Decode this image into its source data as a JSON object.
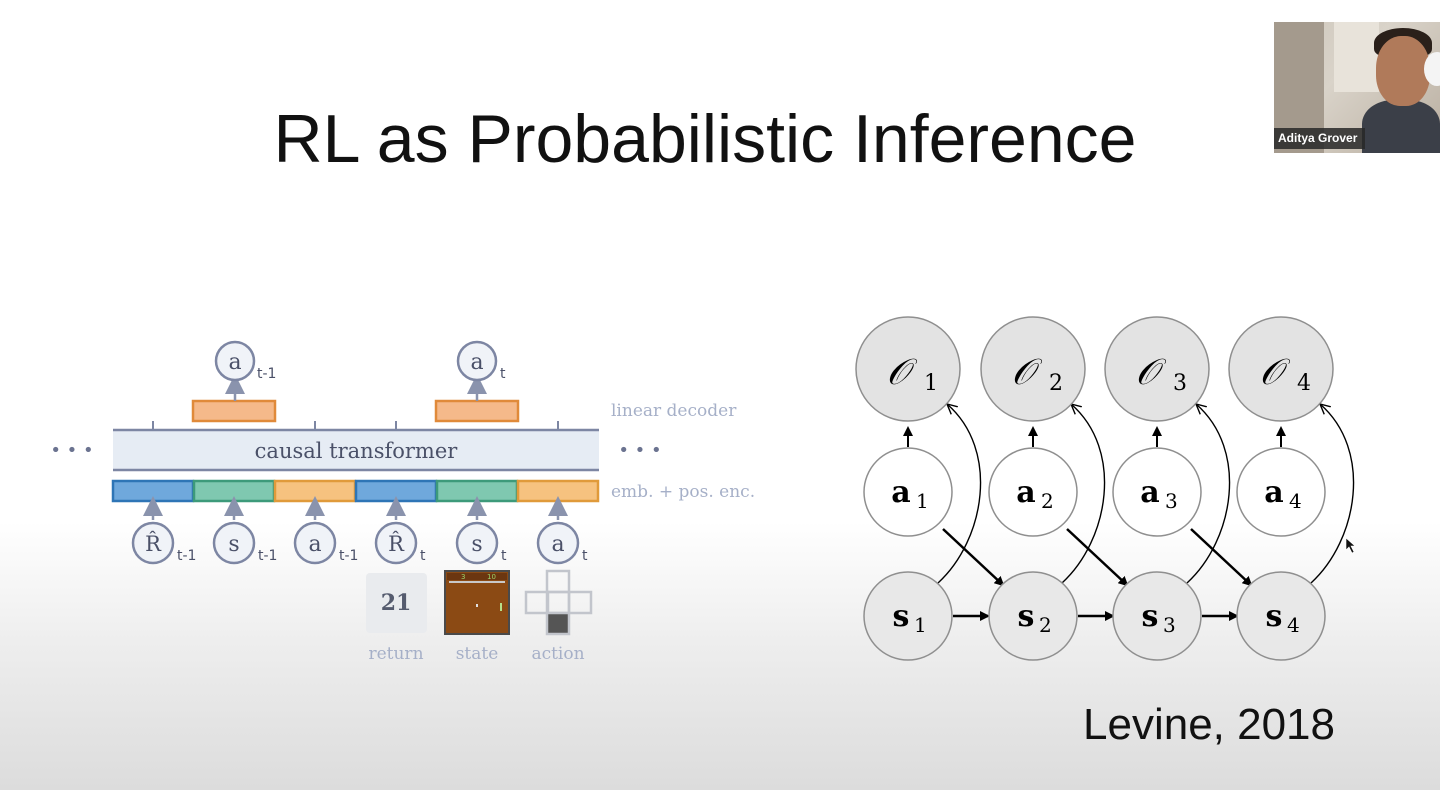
{
  "slide": {
    "title": "RL as Probabilistic Inference",
    "citation": "Levine, 2018"
  },
  "webcam": {
    "participant_name": "Aditya Grover"
  },
  "dt_diagram": {
    "dots_left": "• • •",
    "dots_right": "• • •",
    "transformer_label": "causal transformer",
    "linear_decoder_label": "linear decoder",
    "embedding_label": "emb. + pos. enc.",
    "outputs": [
      {
        "sym": "a",
        "sub": "t-1"
      },
      {
        "sym": "a",
        "sub": "t"
      }
    ],
    "inputs": [
      {
        "sym": "R̂",
        "sub": "t-1"
      },
      {
        "sym": "s",
        "sub": "t-1"
      },
      {
        "sym": "a",
        "sub": "t-1"
      },
      {
        "sym": "R̂",
        "sub": "t"
      },
      {
        "sym": "s",
        "sub": "t"
      },
      {
        "sym": "a",
        "sub": "t"
      }
    ],
    "legend": {
      "return_value": "21",
      "return_label": "return",
      "state_label": "state",
      "action_label": "action",
      "state_score_left": "3",
      "state_score_right": "10"
    },
    "colors": {
      "return": "#5b9bd5",
      "state": "#6fc1a6",
      "action": "#f2b66b",
      "decoder": "#f0a66b"
    }
  },
  "pgm": {
    "optimality_nodes": [
      {
        "sym": "𝒪",
        "sub": "1"
      },
      {
        "sym": "𝒪",
        "sub": "2"
      },
      {
        "sym": "𝒪",
        "sub": "3"
      },
      {
        "sym": "𝒪",
        "sub": "4"
      }
    ],
    "action_nodes": [
      {
        "sym": "a",
        "sub": "1"
      },
      {
        "sym": "a",
        "sub": "2"
      },
      {
        "sym": "a",
        "sub": "3"
      },
      {
        "sym": "a",
        "sub": "4"
      }
    ],
    "state_nodes": [
      {
        "sym": "s",
        "sub": "1"
      },
      {
        "sym": "s",
        "sub": "2"
      },
      {
        "sym": "s",
        "sub": "3"
      },
      {
        "sym": "s",
        "sub": "4"
      }
    ]
  }
}
